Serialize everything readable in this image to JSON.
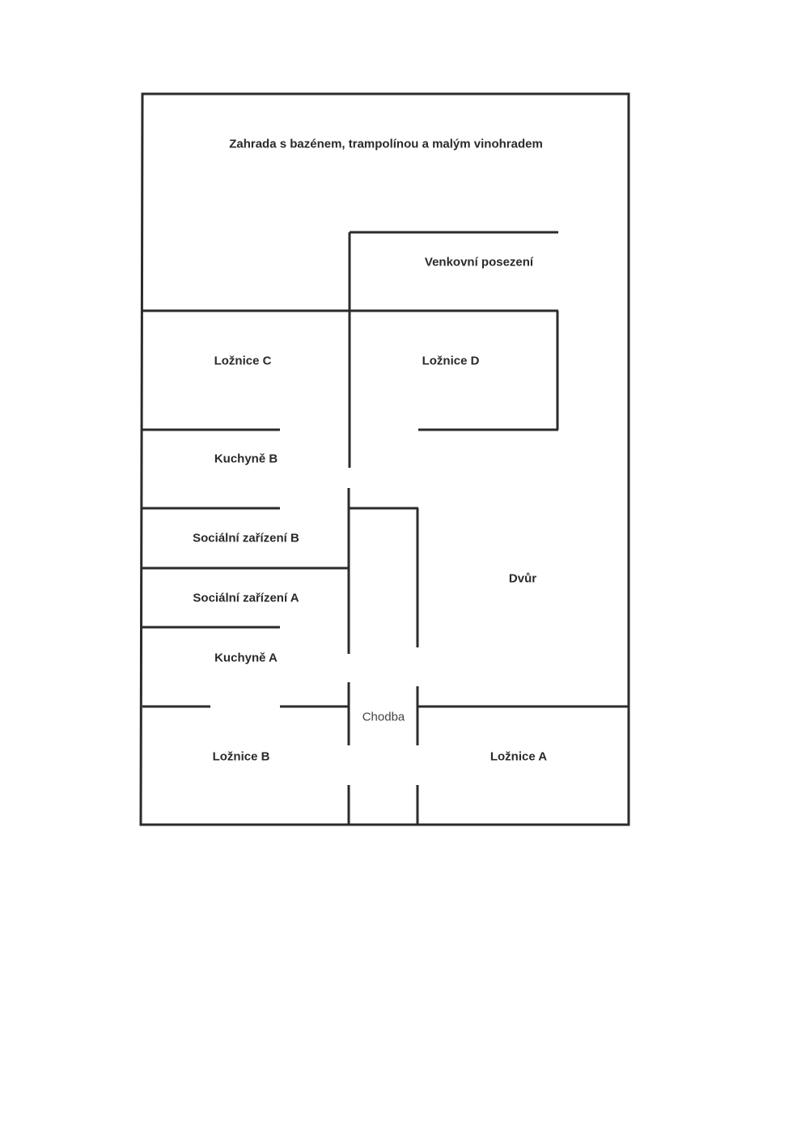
{
  "rooms": {
    "garden": "Zahrada s bazénem, trampolínou a malým vinohradem",
    "outdoor_seating": "Venkovní posezení",
    "bedroom_c": "Ložnice C",
    "bedroom_d": "Ložnice D",
    "kitchen_b": "Kuchyně B",
    "bathroom_b": "Sociální zařízení B",
    "bathroom_a": "Sociální zařízení A",
    "kitchen_a": "Kuchyně A",
    "courtyard": "Dvůr",
    "corridor": "Chodba",
    "bedroom_b": "Ložnice B",
    "bedroom_a": "Ložnice A"
  }
}
